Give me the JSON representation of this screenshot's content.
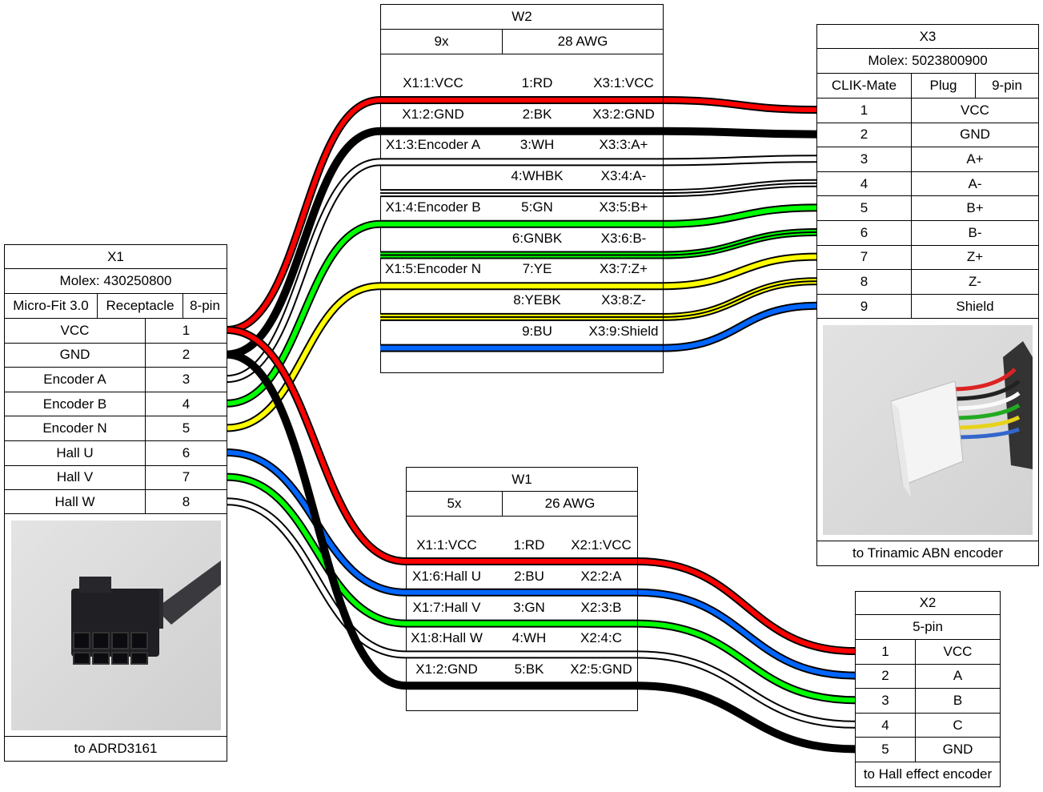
{
  "connectors": {
    "X1": {
      "name": "X1",
      "part": "Molex: 430250800",
      "attrs": [
        "Micro-Fit 3.0",
        "Receptacle",
        "8-pin"
      ],
      "pins": [
        {
          "label": "VCC",
          "num": "1"
        },
        {
          "label": "GND",
          "num": "2"
        },
        {
          "label": "Encoder A",
          "num": "3"
        },
        {
          "label": "Encoder B",
          "num": "4"
        },
        {
          "label": "Encoder N",
          "num": "5"
        },
        {
          "label": "Hall U",
          "num": "6"
        },
        {
          "label": "Hall V",
          "num": "7"
        },
        {
          "label": "Hall W",
          "num": "8"
        }
      ],
      "caption": "to ADRD3161"
    },
    "X3": {
      "name": "X3",
      "part": "Molex: 5023800900",
      "attrs": [
        "CLIK-Mate",
        "Plug",
        "9-pin"
      ],
      "pins": [
        {
          "num": "1",
          "label": "VCC"
        },
        {
          "num": "2",
          "label": "GND"
        },
        {
          "num": "3",
          "label": "A+"
        },
        {
          "num": "4",
          "label": "A-"
        },
        {
          "num": "5",
          "label": "B+"
        },
        {
          "num": "6",
          "label": "B-"
        },
        {
          "num": "7",
          "label": "Z+"
        },
        {
          "num": "8",
          "label": "Z-"
        },
        {
          "num": "9",
          "label": "Shield"
        }
      ],
      "caption": "to Trinamic ABN encoder"
    },
    "X2": {
      "name": "X2",
      "attrs": [
        "5-pin"
      ],
      "pins": [
        {
          "num": "1",
          "label": "VCC"
        },
        {
          "num": "2",
          "label": "A"
        },
        {
          "num": "3",
          "label": "B"
        },
        {
          "num": "4",
          "label": "C"
        },
        {
          "num": "5",
          "label": "GND"
        }
      ],
      "caption": "to Hall effect encoder"
    }
  },
  "cables": {
    "W2": {
      "name": "W2",
      "count": "9x",
      "gauge": "28 AWG",
      "wires": [
        {
          "left": "X1:1:VCC",
          "id": "1:RD",
          "right": "X3:1:VCC",
          "colors": [
            "#ff0000"
          ]
        },
        {
          "left": "X1:2:GND",
          "id": "2:BK",
          "right": "X3:2:GND",
          "colors": [
            "#000000"
          ]
        },
        {
          "left": "X1:3:Encoder A",
          "id": "3:WH",
          "right": "X3:3:A+",
          "colors": [
            "#ffffff"
          ]
        },
        {
          "left": "",
          "id": "4:WHBK",
          "right": "X3:4:A-",
          "colors": [
            "#ffffff",
            "#000000"
          ]
        },
        {
          "left": "X1:4:Encoder B",
          "id": "5:GN",
          "right": "X3:5:B+",
          "colors": [
            "#00ff00"
          ]
        },
        {
          "left": "",
          "id": "6:GNBK",
          "right": "X3:6:B-",
          "colors": [
            "#00ff00",
            "#000000"
          ]
        },
        {
          "left": "X1:5:Encoder N",
          "id": "7:YE",
          "right": "X3:7:Z+",
          "colors": [
            "#ffff00"
          ]
        },
        {
          "left": "",
          "id": "8:YEBK",
          "right": "X3:8:Z-",
          "colors": [
            "#ffff00",
            "#000000"
          ]
        },
        {
          "left": "",
          "id": "9:BU",
          "right": "X3:9:Shield",
          "colors": [
            "#0066ff"
          ]
        }
      ]
    },
    "W1": {
      "name": "W1",
      "count": "5x",
      "gauge": "26 AWG",
      "wires": [
        {
          "left": "X1:1:VCC",
          "id": "1:RD",
          "right": "X2:1:VCC",
          "colors": [
            "#ff0000"
          ]
        },
        {
          "left": "X1:6:Hall U",
          "id": "2:BU",
          "right": "X2:2:A",
          "colors": [
            "#0066ff"
          ]
        },
        {
          "left": "X1:7:Hall V",
          "id": "3:GN",
          "right": "X2:3:B",
          "colors": [
            "#00ff00"
          ]
        },
        {
          "left": "X1:8:Hall W",
          "id": "4:WH",
          "right": "X2:4:C",
          "colors": [
            "#ffffff"
          ]
        },
        {
          "left": "X1:2:GND",
          "id": "5:BK",
          "right": "X2:5:GND",
          "colors": [
            "#000000"
          ]
        }
      ]
    }
  }
}
